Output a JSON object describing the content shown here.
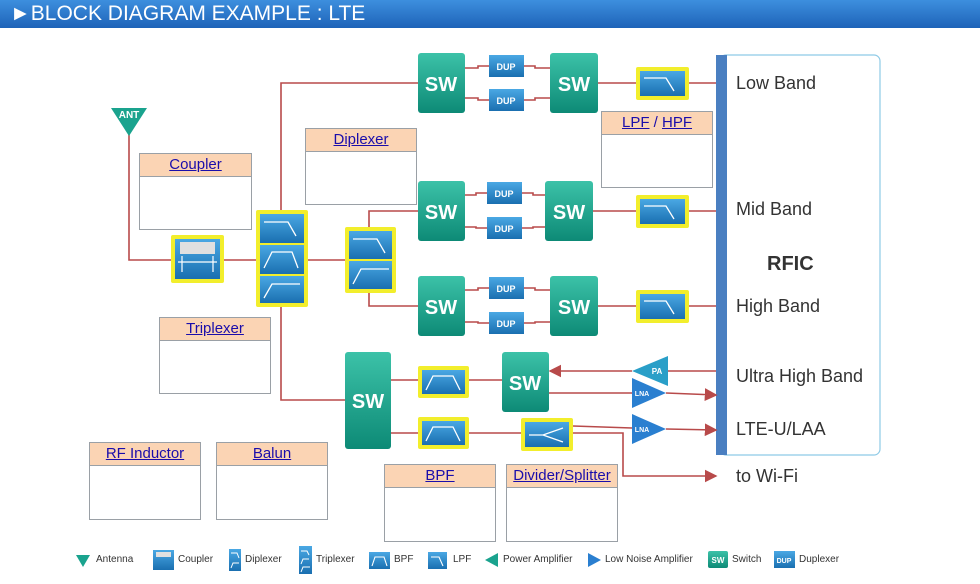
{
  "title": "►BLOCK DIAGRAM EXAMPLE : LTE",
  "antenna_label": "ANT",
  "switch_label": "SW",
  "duplexer_label": "DUP",
  "pa_label": "PA",
  "lna_label": "LNA",
  "rfic": {
    "label": "RFIC",
    "bands": [
      "Low Band",
      "Mid Band",
      "High Band",
      "Ultra High Band",
      "LTE-U/LAA"
    ]
  },
  "wifi_label": "to Wi-Fi",
  "cards": {
    "coupler": "Coupler",
    "diplexer": "Diplexer",
    "triplexer": "Triplexer",
    "lpf": "LPF",
    "hpf": "HPF",
    "lpf_hpf_sep": "/",
    "rf_inductor": "RF Inductor",
    "balun": "Balun",
    "bpf": "BPF",
    "divider": "Divider/Splitter"
  },
  "legend": [
    {
      "icon": "antenna-icon",
      "label": "Antenna"
    },
    {
      "icon": "coupler-icon",
      "label": "Coupler"
    },
    {
      "icon": "diplexer-icon",
      "label": "Diplexer"
    },
    {
      "icon": "triplexer-icon",
      "label": "Triplexer"
    },
    {
      "icon": "bpf-icon",
      "label": "BPF"
    },
    {
      "icon": "lpf-icon",
      "label": "LPF"
    },
    {
      "icon": "power-amplifier-icon",
      "label": "Power Amplifier"
    },
    {
      "icon": "low-noise-amplifier-icon",
      "label": "Low Noise Amplifier"
    },
    {
      "icon": "switch-icon",
      "label": "Switch",
      "badge": "SW"
    },
    {
      "icon": "duplexer-icon",
      "label": "Duplexer",
      "badge": "DUP"
    }
  ],
  "colors": {
    "title_bar": "#2a72c8",
    "wire": "#b84a4a",
    "switch": "#1aa38e",
    "filter": "#2a8fd0",
    "filter_border": "#f2ee2c",
    "amplifier": "#2a9fc8",
    "card_header": "#fbd4b4",
    "rfic_bar": "#4a7fc1"
  }
}
